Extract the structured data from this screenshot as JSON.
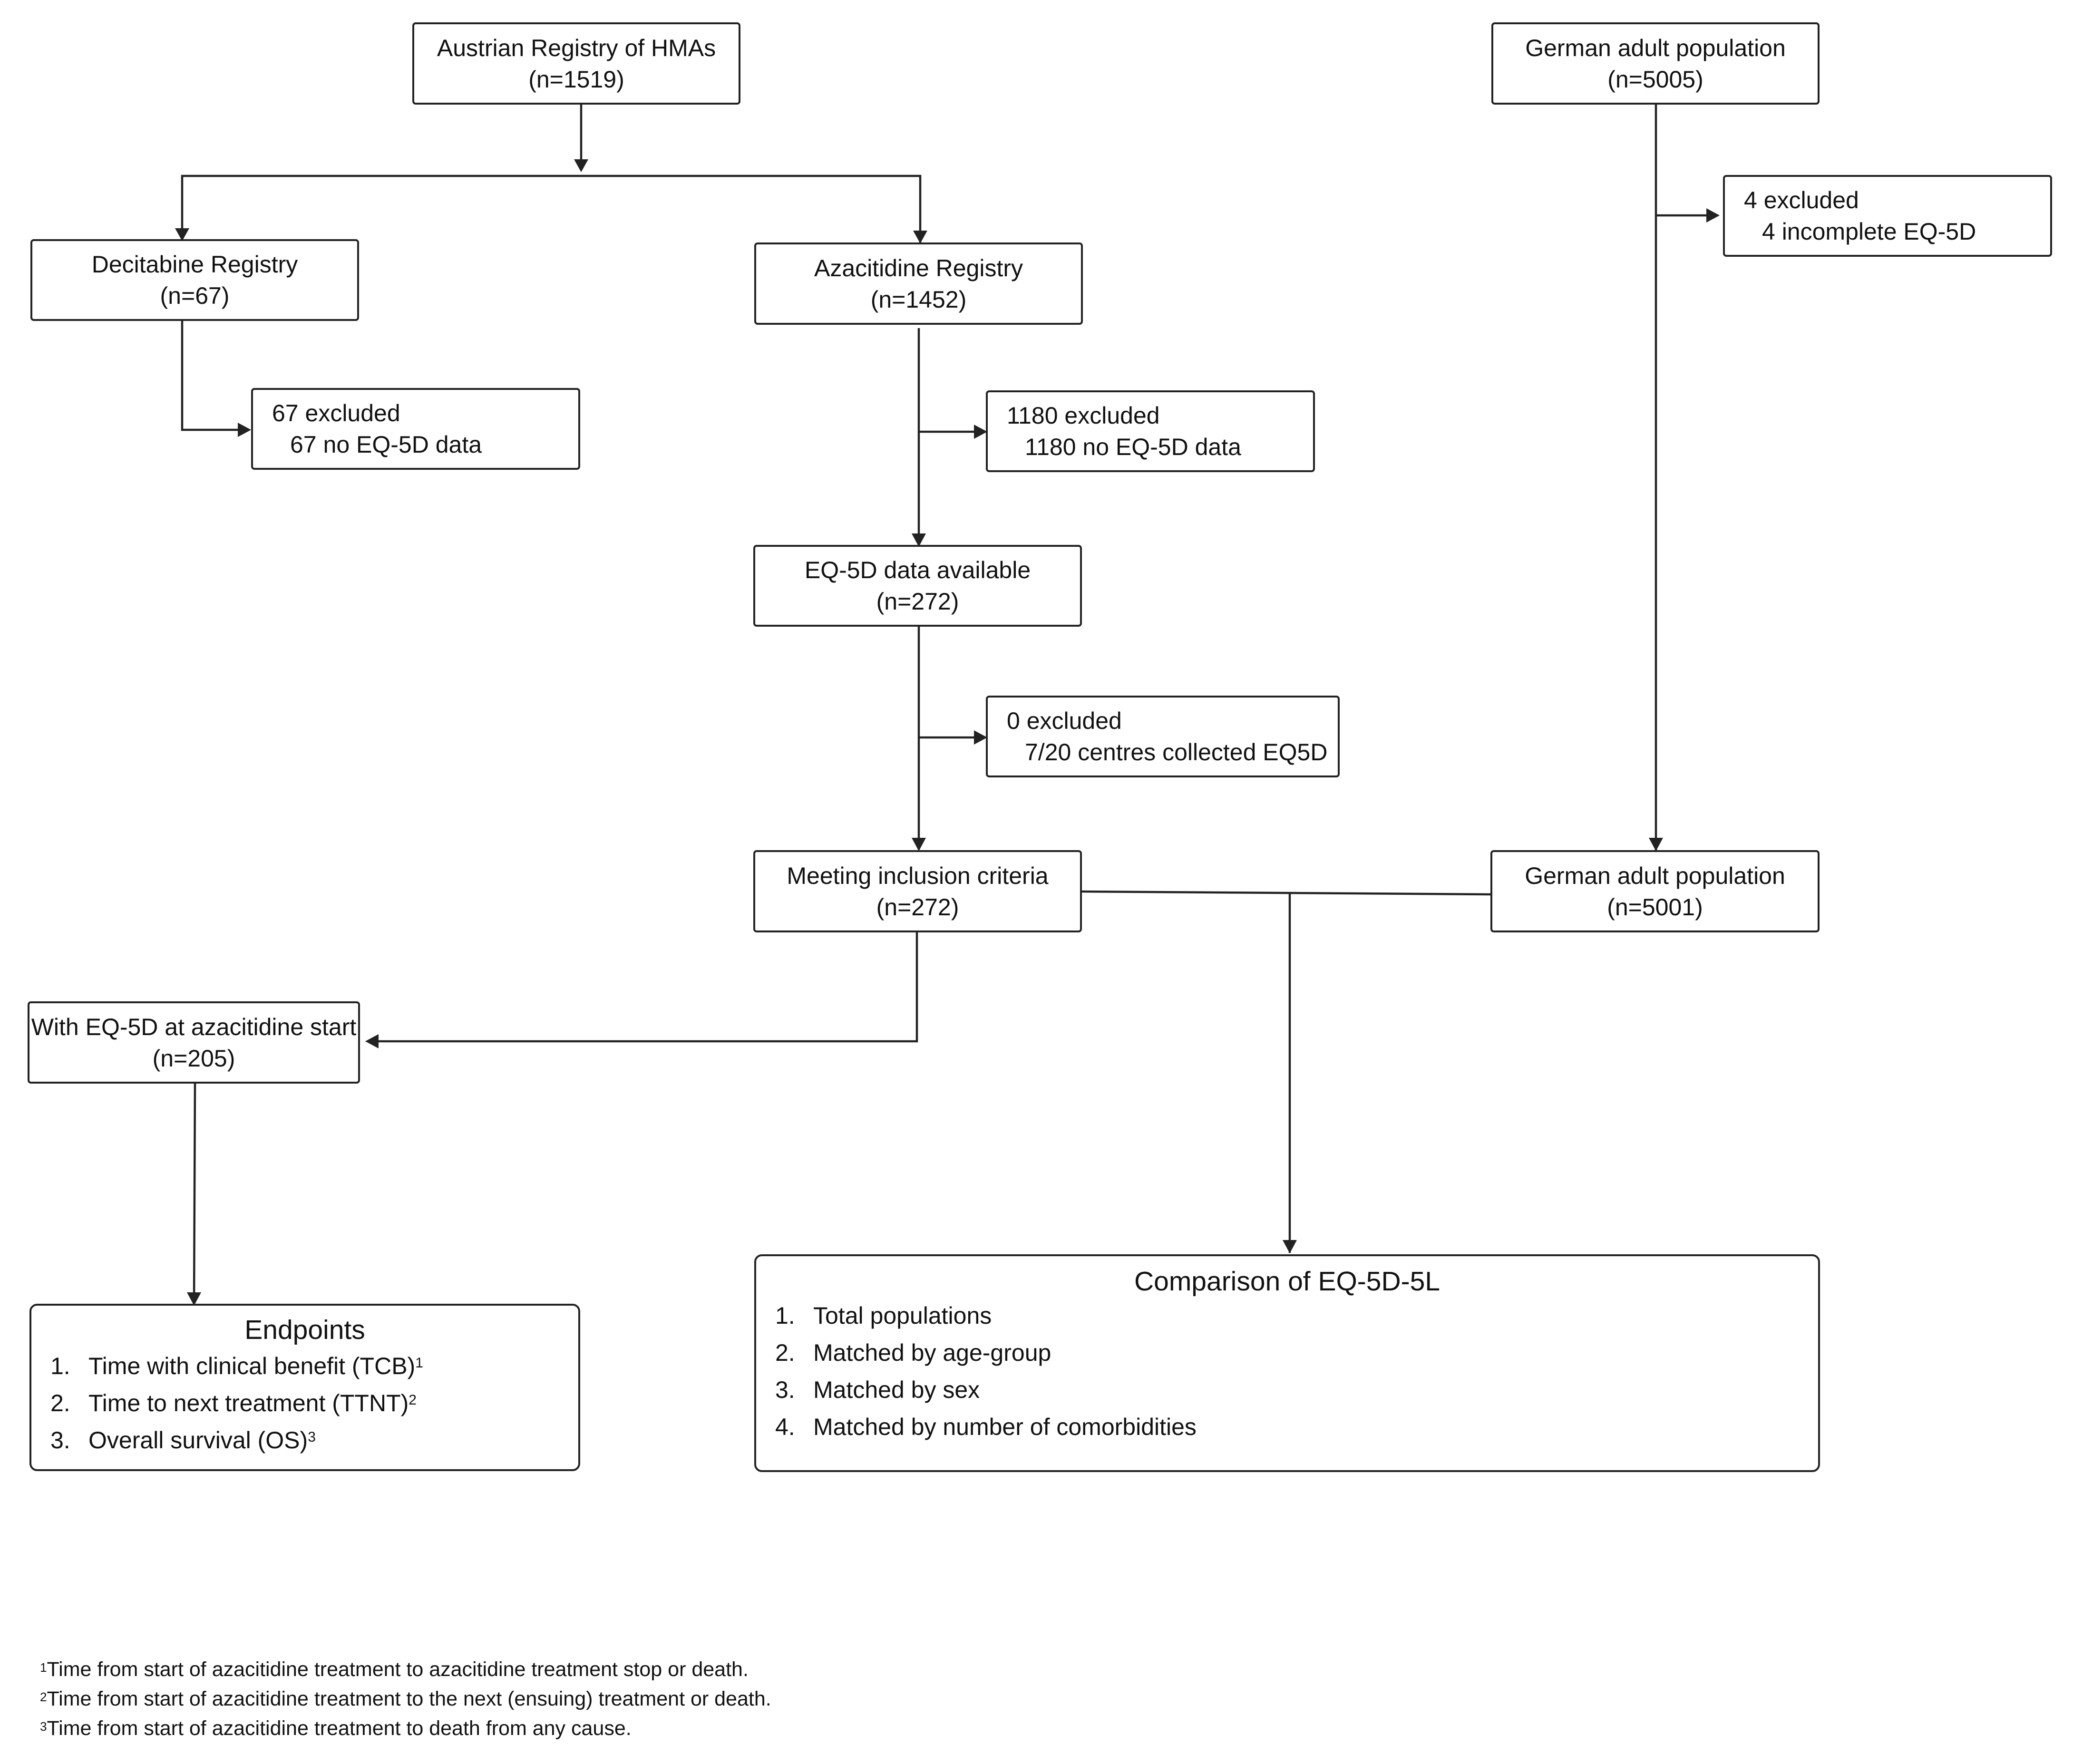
{
  "boxes": {
    "austrian_registry": {
      "title": "Austrian Registry of HMAs",
      "n": "(n=1519)"
    },
    "german_adult_top": {
      "title": "German adult population",
      "n": "(n=5005)"
    },
    "german_excluded": {
      "line1": "4 excluded",
      "line2": "4 incomplete EQ-5D"
    },
    "decitabine_registry": {
      "title": "Decitabine Registry",
      "n": "(n=67)"
    },
    "azacitidine_registry": {
      "title": "Azacitidine Registry",
      "n": "(n=1452)"
    },
    "decitabine_excluded": {
      "line1": "67 excluded",
      "line2": "67 no EQ-5D data"
    },
    "azacitidine_excluded": {
      "line1": "1180 excluded",
      "line2": "1180 no EQ-5D data"
    },
    "eq5d_available": {
      "title": "EQ-5D data available",
      "n": "(n=272)"
    },
    "centres_excluded": {
      "line1": "0 excluded",
      "line2": "7/20 centres collected EQ5D"
    },
    "inclusion_criteria": {
      "title": "Meeting inclusion criteria",
      "n": "(n=272)"
    },
    "german_adult_bottom": {
      "title": "German adult population",
      "n": "(n=5001)"
    },
    "eq5d_start": {
      "title": "With EQ-5D at azacitidine start",
      "n": "(n=205)"
    }
  },
  "endpoints": {
    "title": "Endpoints",
    "items": [
      {
        "num": "1.",
        "text": "Time with clinical benefit (TCB)",
        "sup": "1"
      },
      {
        "num": "2.",
        "text": "Time to next treatment (TTNT)",
        "sup": "2"
      },
      {
        "num": "3.",
        "text": "Overall survival (OS)",
        "sup": "3"
      }
    ]
  },
  "comparison": {
    "title": "Comparison of EQ-5D-5L",
    "items": [
      {
        "num": "1.",
        "text": "Total populations"
      },
      {
        "num": "2.",
        "text": "Matched by age-group"
      },
      {
        "num": "3.",
        "text": "Matched by sex"
      },
      {
        "num": "4.",
        "text": "Matched by number of comorbidities"
      }
    ]
  },
  "footnotes": [
    {
      "sup": "1",
      "text": "Time from start of azacitidine treatment to azacitidine treatment stop or death."
    },
    {
      "sup": "2",
      "text": "Time from start of azacitidine treatment to the next (ensuing) treatment or death."
    },
    {
      "sup": "3",
      "text": "Time from start of azacitidine treatment to death from any cause."
    }
  ],
  "colors": {
    "line": "#222222",
    "background": "#ffffff"
  }
}
